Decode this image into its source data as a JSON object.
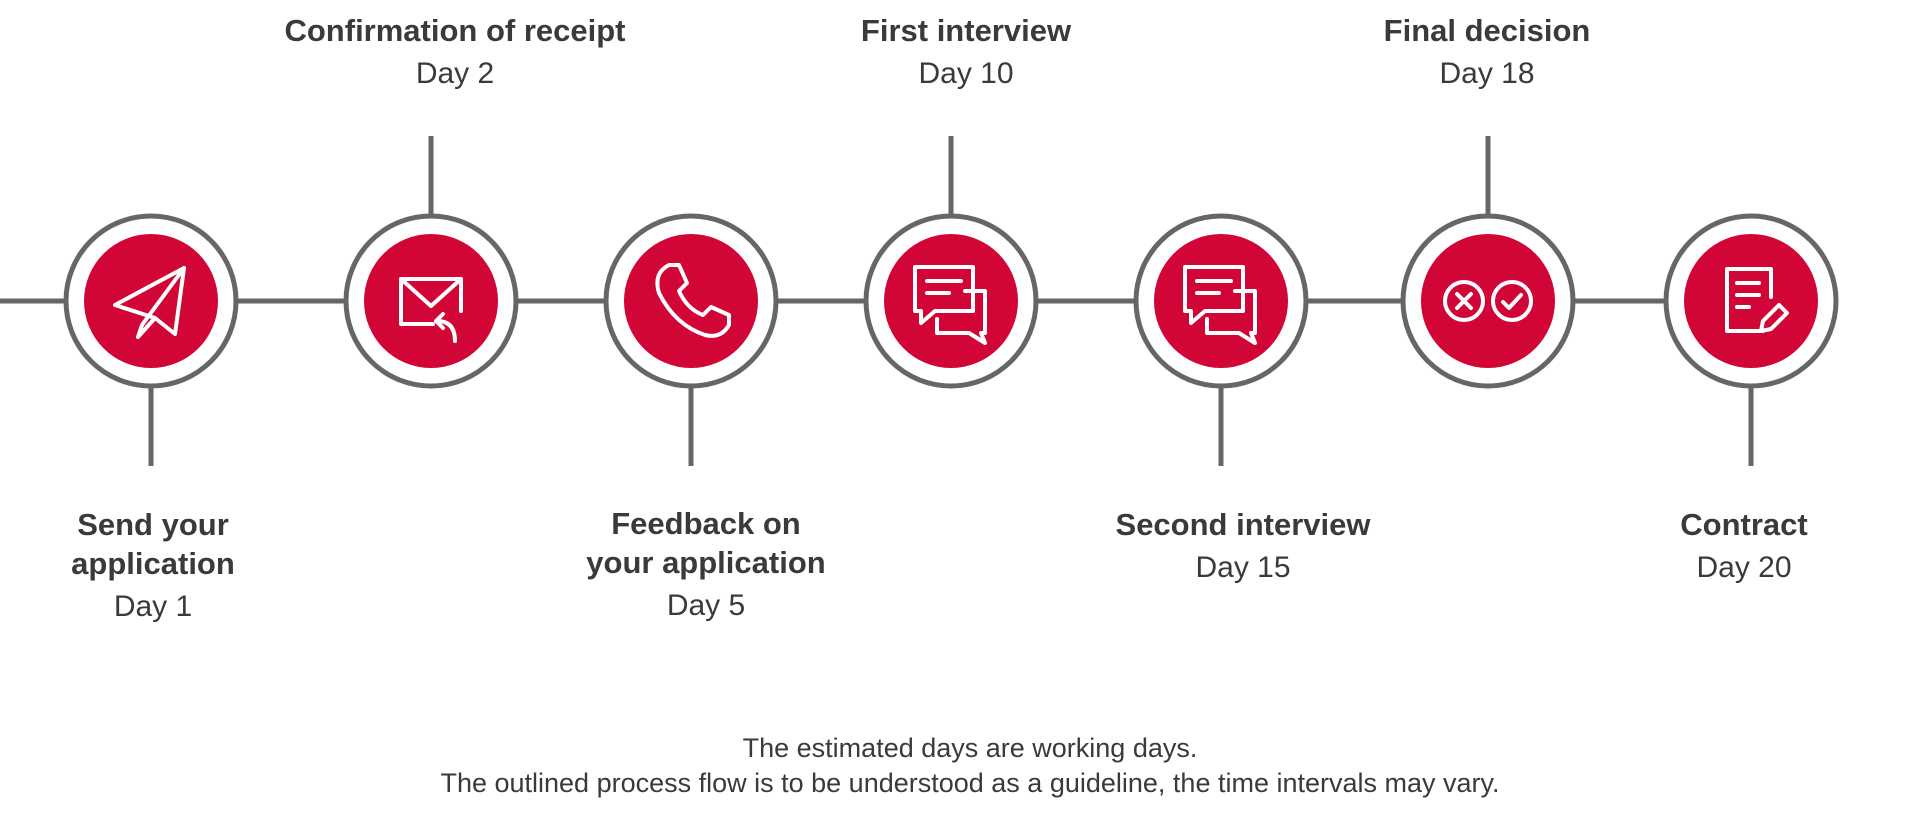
{
  "colors": {
    "accent": "#d20537",
    "line": "#666666",
    "text": "#3a3a3a",
    "icon": "#ffffff"
  },
  "steps": [
    {
      "title": "Send your\napplication",
      "day": "Day 1",
      "icon": "paper-plane-icon",
      "side": "below"
    },
    {
      "title": "Confirmation of receipt",
      "day": "Day 2",
      "icon": "mail-reply-icon",
      "side": "above"
    },
    {
      "title": "Feedback on\nyour application",
      "day": "Day 5",
      "icon": "phone-icon",
      "side": "below"
    },
    {
      "title": "First interview",
      "day": "Day 10",
      "icon": "chat-bubbles-icon",
      "side": "above"
    },
    {
      "title": "Second interview",
      "day": "Day 15",
      "icon": "chat-bubbles-icon",
      "side": "below"
    },
    {
      "title": "Final decision",
      "day": "Day 18",
      "icon": "decision-icon",
      "side": "above"
    },
    {
      "title": "Contract",
      "day": "Day 20",
      "icon": "contract-pen-icon",
      "side": "below"
    }
  ],
  "footnote": {
    "line1": "The estimated days are working days.",
    "line2": "The outlined process flow is to be understood as a guideline, the time intervals may vary."
  }
}
